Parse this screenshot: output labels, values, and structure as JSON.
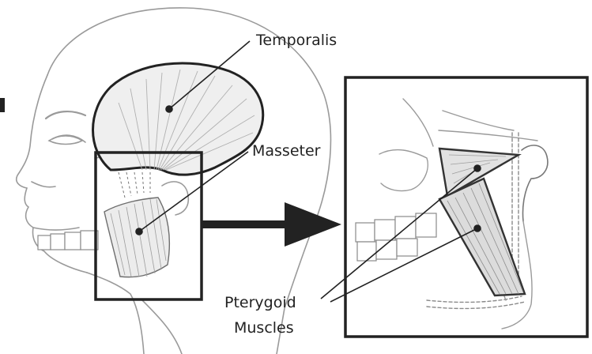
{
  "labels": {
    "temporalis": "Temporalis",
    "masseter": "Masseter",
    "pterygoid_line1": "Pterygoid",
    "pterygoid_line2": "Muscles"
  },
  "colors": {
    "ink": "#222222",
    "sketch": "#9a9a9a",
    "muscle_fill": "#e9e9e9",
    "arrow": "#222222"
  }
}
